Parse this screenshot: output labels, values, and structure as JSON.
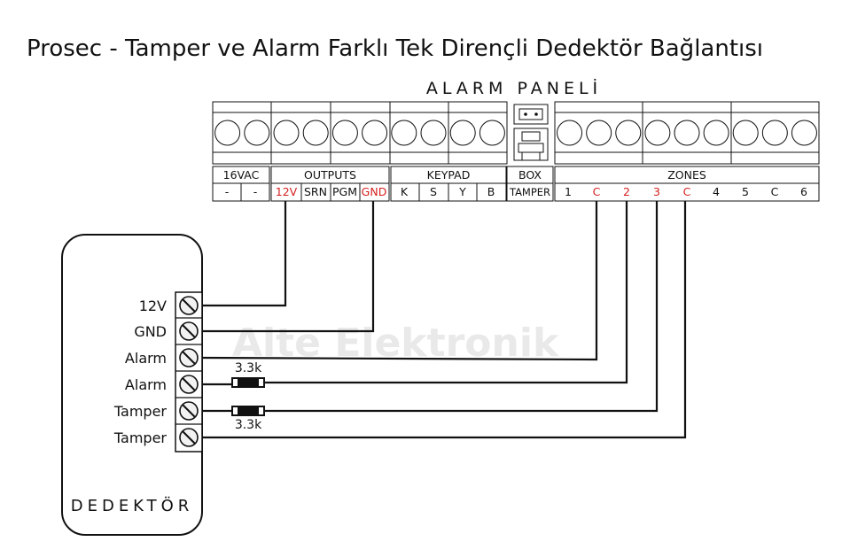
{
  "title": "Prosec - Tamper ve Alarm Farklı Tek Dirençli Dedektör Bağlantısı",
  "panel_title": "ALARM PANELİ",
  "watermark": "Alte Elektronik",
  "groups": [
    {
      "id": "16vac",
      "header": "16VAC",
      "terms": [
        "-",
        "-"
      ]
    },
    {
      "id": "outputs",
      "header": "OUTPUTS",
      "terms": [
        "12V",
        "SRN",
        "PGM",
        "GND"
      ]
    },
    {
      "id": "keypad",
      "header": "KEYPAD",
      "terms": [
        "K",
        "S",
        "Y",
        "B"
      ]
    },
    {
      "id": "box",
      "header": "BOX",
      "terms": [
        "TAMPER"
      ]
    },
    {
      "id": "zones",
      "header": "ZONES",
      "terms": [
        "1",
        "C",
        "2",
        "3",
        "C",
        "4",
        "5",
        "C",
        "6"
      ]
    }
  ],
  "red_terms": [
    "12V",
    "GND",
    "C",
    "2",
    "3"
  ],
  "detector": {
    "title": "DEDEKTÖR",
    "terminals": [
      "12V",
      "GND",
      "Alarm",
      "Alarm",
      "Tamper",
      "Tamper"
    ]
  },
  "resistors": [
    {
      "label": "3.3k",
      "terminal": "Alarm"
    },
    {
      "label": "3.3k",
      "terminal": "Tamper"
    }
  ],
  "colors": {
    "line": "#111111",
    "highlight": "#d61f1f",
    "terminal_fill": "#f2f2f2"
  }
}
